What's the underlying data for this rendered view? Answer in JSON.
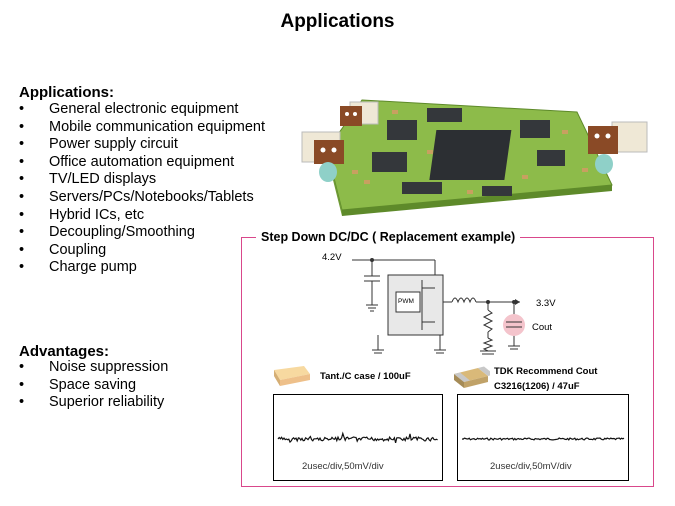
{
  "page": {
    "title": "Applications"
  },
  "applications": {
    "heading": "Applications:",
    "items": [
      "General electronic equipment",
      "Mobile communication equipment",
      "Power supply circuit",
      "Office automation equipment",
      "TV/LED displays",
      "Servers/PCs/Notebooks/Tablets",
      "Hybrid ICs, etc",
      "Decoupling/Smoothing",
      "Coupling",
      "Charge pump"
    ]
  },
  "advantages": {
    "heading": "Advantages:",
    "items": [
      "Noise suppression",
      "Space saving",
      "Superior reliability"
    ]
  },
  "example": {
    "title": "Step Down DC/DC ( Replacement example)",
    "vin": "4.2V",
    "vout": "3.3V",
    "pwm": "PWM",
    "cout": "Cout",
    "left": {
      "label1": "Tant./C case / 100uF",
      "caption": "2usec/div,50mV/div"
    },
    "right": {
      "label1": "TDK Recommend Cout",
      "label2": "C3216(1206) / 47uF",
      "caption": "2usec/div,50mV/div"
    }
  },
  "bullet": "•"
}
